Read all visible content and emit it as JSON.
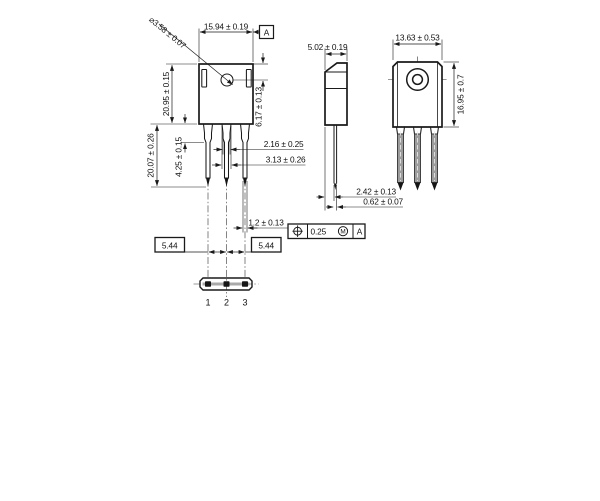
{
  "colors": {
    "line": "#1a1a1a",
    "pin_fill": "#9c9c9c",
    "tip_fill": "#151515",
    "band": "#a9a9a9"
  },
  "datum_label": "A",
  "feature_control_frame": {
    "tolerance": "0.25",
    "modifier": "M",
    "datum": "A"
  },
  "views": {
    "front": {
      "hole_diameter": "⌀3.58 ± 0.07",
      "width": "15.94 ± 0.19",
      "body_height": "20.95 ± 0.15",
      "pin_length": "20.07 ± 0.26",
      "shoulder_length": "4.25 ± 0.15",
      "hole_center_offset": "6.17 ± 0.13",
      "lead_width_mid": "2.16 ± 0.25",
      "lead_width_base": "3.13 ± 0.26",
      "lead_width_tip": "1.2 ± 0.13",
      "pitch_left": "5.44",
      "pitch_right": "5.44"
    },
    "side": {
      "thickness": "5.02 ± 0.19",
      "lead_offset": "2.42 ± 0.13",
      "lead_thickness": "0.62 ± 0.07"
    },
    "back": {
      "width": "13.63 ± 0.53",
      "height": "16.95 ± 0.7"
    },
    "bottom": {
      "pin_labels": [
        "1",
        "2",
        "3"
      ]
    }
  }
}
